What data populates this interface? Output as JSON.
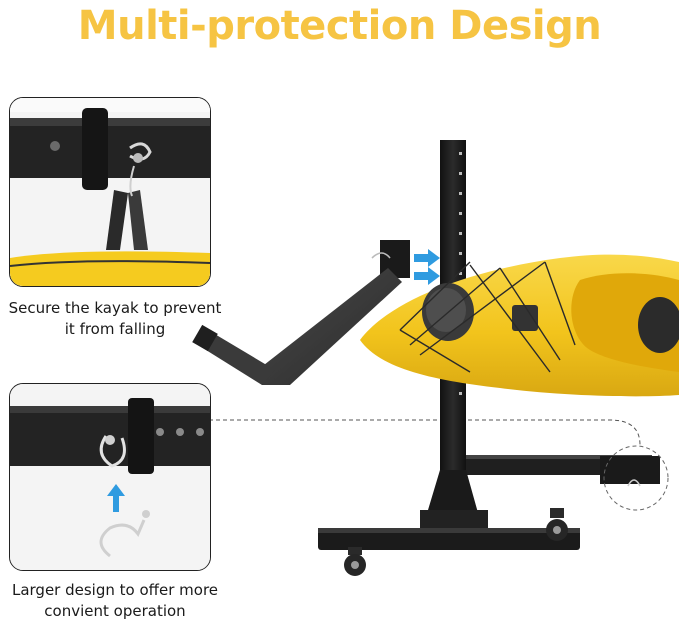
{
  "headline": "Multi-protection Design",
  "captions": {
    "top": [
      "Secure the kayak to prevent",
      "it from falling"
    ],
    "bottom": [
      "Larger design to offer more",
      "convient operation"
    ]
  },
  "colors": {
    "headline": "#f6c443",
    "kayak": "#f5cb1f",
    "frame": "#1c1c1c",
    "arrow": "#2f9be0"
  },
  "icons": {
    "top_detail": "strap-hook-icon",
    "bottom_detail": "pin-clip-icon",
    "side_arrows": "double-arrow-right-icon",
    "up_arrow": "arrow-up-icon"
  }
}
